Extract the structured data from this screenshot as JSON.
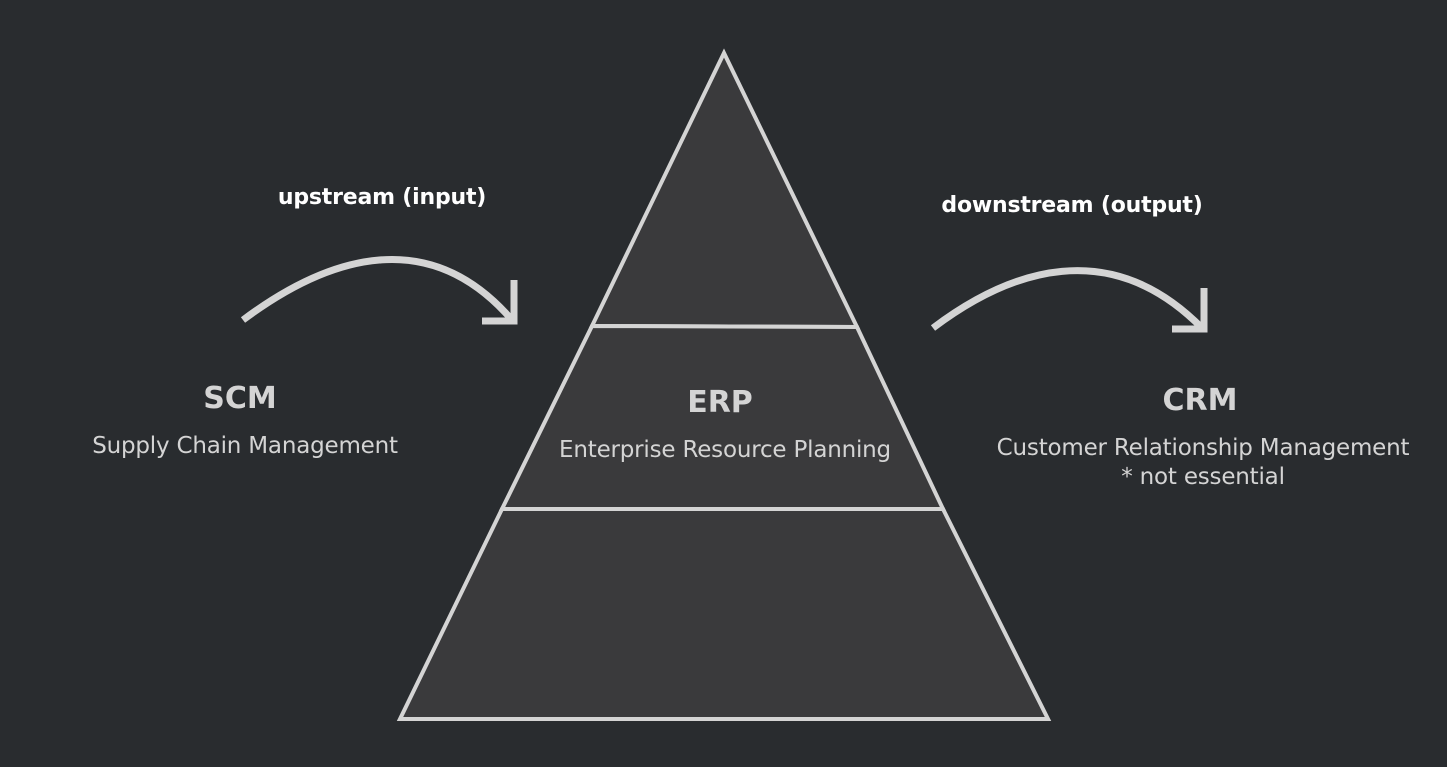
{
  "colors": {
    "background": "#292c2f",
    "pyramid_fill": "#3a3a3c",
    "stroke": "#d4d4d4",
    "flow_label": "#ffffff",
    "text": "#d4d4d4"
  },
  "flows": {
    "upstream_label": "upstream (input)",
    "downstream_label": "downstream (output)"
  },
  "scm": {
    "abbr": "SCM",
    "full": "Supply Chain Management"
  },
  "erp": {
    "abbr": "ERP",
    "full": "Enterprise Resource Planning"
  },
  "crm": {
    "abbr": "CRM",
    "full": "Customer Relationship Management",
    "note": "* not essential"
  }
}
